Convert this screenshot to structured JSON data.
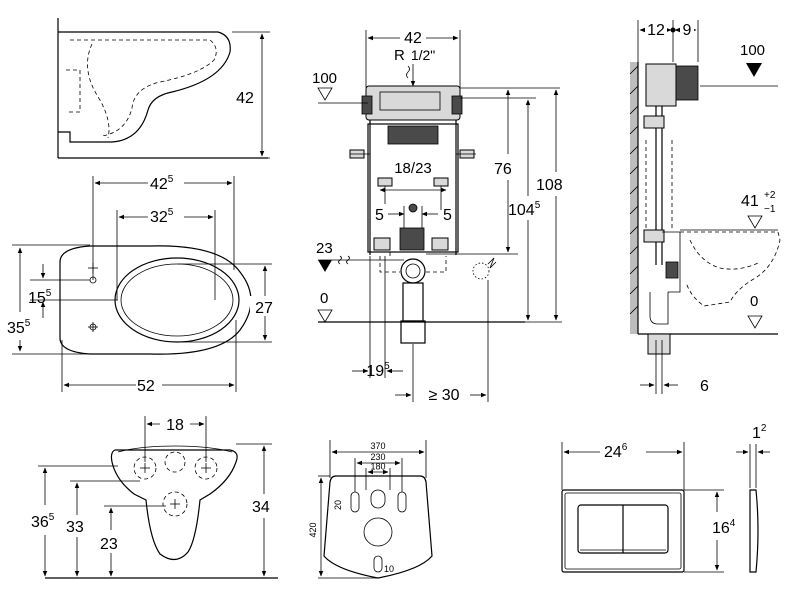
{
  "top_left": {
    "height": "42"
  },
  "plan_view": {
    "width_outer": "42",
    "width_outer_sup": "5",
    "width_inner": "32",
    "width_inner_sup": "5",
    "length": "52",
    "depth_small": "15",
    "depth_small_sup": "5",
    "depth_large": "35",
    "depth_large_sup": "5",
    "height_right": "27"
  },
  "front_view": {
    "spacing": "18",
    "h1": "36",
    "h1_sup": "5",
    "h2": "33",
    "h3": "23",
    "h4": "34"
  },
  "frame": {
    "width": "42",
    "connection": "R",
    "connection_size": "1/2\"",
    "label_100": "100",
    "label_23": "23",
    "label_0": "0",
    "center": "18/23",
    "side_left": "5",
    "side_right": "5",
    "h76": "76",
    "h104": "104",
    "h104_sup": "5",
    "h108": "108",
    "bottom": "19",
    "bottom_sup": "5",
    "min_dist": "≥ 30"
  },
  "template": {
    "w370": "370",
    "w230": "230",
    "w180": "180",
    "h420": "420",
    "d20": "20",
    "d10": "10"
  },
  "side_view": {
    "w12": "12",
    "w9": "9",
    "label_100": "100",
    "label_41": "41",
    "tol_plus": "+2",
    "tol_minus": "−1",
    "label_0": "0",
    "bottom_6": "6"
  },
  "plate": {
    "width": "24",
    "width_sup": "6",
    "thickness": "1",
    "thickness_sup": "2",
    "height": "16",
    "height_sup": "4"
  }
}
